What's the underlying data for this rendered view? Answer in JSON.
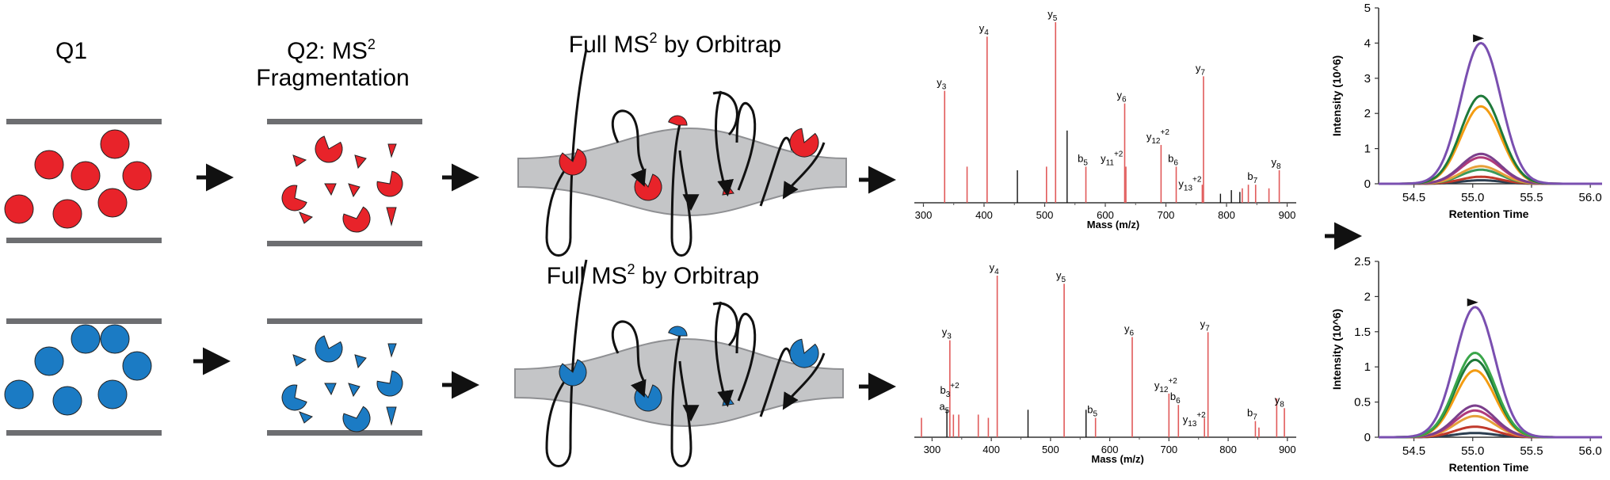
{
  "colors": {
    "red": "#e8232a",
    "blue": "#1b7bc4",
    "bar_gray": "#6d6e71",
    "orbitrap_fill": "#c4c5c7",
    "spec_red": "#e15a5a",
    "spec_black": "#111111"
  },
  "labels": {
    "q1": "Q1",
    "q2_line1": "Q2: MS",
    "q2_sup": "2",
    "q2_line2": "Fragmentation",
    "orbi_prefix": "Full MS",
    "orbi_sup": "2",
    "orbi_suffix": " by Orbitrap"
  },
  "spectra": [
    {
      "xlabel": "Mass (m/z)",
      "xticks": [
        "300",
        "400",
        "500",
        "600",
        "700",
        "800",
        "900"
      ],
      "peaks_red": [
        [
          335,
          0.62
        ],
        [
          372,
          0.2
        ],
        [
          405,
          0.92
        ],
        [
          503,
          0.2
        ],
        [
          518,
          1.0
        ],
        [
          568,
          0.2
        ],
        [
          632,
          0.55
        ],
        [
          634,
          0.2
        ],
        [
          692,
          0.32
        ],
        [
          717,
          0.2
        ],
        [
          762,
          0.7
        ],
        [
          760,
          0.1
        ],
        [
          826,
          0.08
        ],
        [
          836,
          0.1
        ],
        [
          848,
          0.1
        ],
        [
          870,
          0.08
        ],
        [
          887,
          0.18
        ]
      ],
      "peaks_black": [
        [
          455,
          0.18
        ],
        [
          537,
          0.4
        ],
        [
          790,
          0.05
        ],
        [
          808,
          0.07
        ],
        [
          822,
          0.06
        ]
      ],
      "ions": [
        {
          "base": "y",
          "sub": "3",
          "sup": "",
          "mz": 335,
          "h": 0.62
        },
        {
          "base": "y",
          "sub": "4",
          "sup": "",
          "mz": 405,
          "h": 0.92
        },
        {
          "base": "y",
          "sub": "5",
          "sup": "",
          "mz": 518,
          "h": 1.0
        },
        {
          "base": "b",
          "sub": "5",
          "sup": "",
          "mz": 568,
          "h": 0.2
        },
        {
          "base": "y",
          "sub": "6",
          "sup": "",
          "mz": 632,
          "h": 0.55
        },
        {
          "base": "y",
          "sub": "11",
          "sup": "+2",
          "mz": 616,
          "h": 0.2
        },
        {
          "base": "y",
          "sub": "12",
          "sup": "+2",
          "mz": 692,
          "h": 0.32
        },
        {
          "base": "b",
          "sub": "6",
          "sup": "",
          "mz": 717,
          "h": 0.2
        },
        {
          "base": "y",
          "sub": "7",
          "sup": "",
          "mz": 762,
          "h": 0.7
        },
        {
          "base": "y",
          "sub": "13",
          "sup": "+2",
          "mz": 745,
          "h": 0.06
        },
        {
          "base": "b",
          "sub": "7",
          "sup": "",
          "mz": 848,
          "h": 0.1
        },
        {
          "base": "y",
          "sub": "8",
          "sup": "",
          "mz": 887,
          "h": 0.18
        }
      ]
    },
    {
      "xlabel": "Mass (m/z)",
      "xticks": [
        "300",
        "400",
        "500",
        "600",
        "700",
        "800",
        "900"
      ],
      "peaks_red": [
        [
          282,
          0.12
        ],
        [
          330,
          0.6
        ],
        [
          336,
          0.14
        ],
        [
          345,
          0.14
        ],
        [
          378,
          0.14
        ],
        [
          395,
          0.12
        ],
        [
          410,
          1.0
        ],
        [
          523,
          0.95
        ],
        [
          576,
          0.12
        ],
        [
          638,
          0.62
        ],
        [
          700,
          0.27
        ],
        [
          716,
          0.2
        ],
        [
          760,
          0.12
        ],
        [
          766,
          0.65
        ],
        [
          846,
          0.1
        ],
        [
          852,
          0.06
        ],
        [
          882,
          0.24
        ],
        [
          895,
          0.18
        ]
      ],
      "peaks_black": [
        [
          325,
          0.17
        ],
        [
          462,
          0.17
        ],
        [
          560,
          0.17
        ]
      ],
      "ions": [
        {
          "base": "y",
          "sub": "4",
          "sup": "",
          "mz": 410,
          "h": 1.0
        },
        {
          "base": "y",
          "sub": "5",
          "sup": "",
          "mz": 523,
          "h": 0.95
        },
        {
          "base": "y",
          "sub": "3",
          "sup": "",
          "mz": 330,
          "h": 0.6
        },
        {
          "base": "b",
          "sub": "3",
          "sup": "+2",
          "mz": 335,
          "h": 0.24
        },
        {
          "base": "a",
          "sub": "5",
          "sup": "",
          "mz": 326,
          "h": 0.14
        },
        {
          "base": "b",
          "sub": "5",
          "sup": "",
          "mz": 576,
          "h": 0.12
        },
        {
          "base": "y",
          "sub": "6",
          "sup": "",
          "mz": 638,
          "h": 0.62
        },
        {
          "base": "y",
          "sub": "12",
          "sup": "+2",
          "mz": 700,
          "h": 0.27
        },
        {
          "base": "b",
          "sub": "6",
          "sup": "",
          "mz": 716,
          "h": 0.2
        },
        {
          "base": "y",
          "sub": "7",
          "sup": "",
          "mz": 766,
          "h": 0.65
        },
        {
          "base": "y",
          "sub": "13",
          "sup": "+2",
          "mz": 748,
          "h": 0.06
        },
        {
          "base": "b",
          "sub": "7",
          "sup": "",
          "mz": 846,
          "h": 0.1
        },
        {
          "base": "y",
          "sub": "8",
          "sup": "",
          "mz": 892,
          "h": 0.18
        }
      ]
    }
  ],
  "chromatograms": [
    {
      "ylabel": "Intensity (10^6)",
      "xlabel": "Retention Time",
      "xticks": [
        "54.5",
        "55.0",
        "55.5",
        "56.0"
      ],
      "yticks": [
        "0",
        "1",
        "2",
        "3",
        "4",
        "5"
      ],
      "xlim": [
        54.2,
        56.1
      ],
      "ylim": [
        0,
        5
      ],
      "apex": 55.07,
      "series": [
        {
          "color": "#7a4fb0",
          "peak": 4.0
        },
        {
          "color": "#1f7a3a",
          "peak": 2.5
        },
        {
          "color": "#f39c12",
          "peak": 2.2
        },
        {
          "color": "#7b3f8c",
          "peak": 0.85
        },
        {
          "color": "#b03a7a",
          "peak": 0.75
        },
        {
          "color": "#e6a03a",
          "peak": 0.5
        },
        {
          "color": "#3a9a5a",
          "peak": 0.4
        },
        {
          "color": "#c0392b",
          "peak": 0.2
        },
        {
          "color": "#2c3e50",
          "peak": 0.1
        }
      ]
    },
    {
      "ylabel": "Intensity (10^6)",
      "xlabel": "Retention Time",
      "xticks": [
        "54.5",
        "55.0",
        "55.5",
        "56.0"
      ],
      "yticks": [
        "0",
        "0.5",
        "1",
        "1.5",
        "2",
        "2.5"
      ],
      "xlim": [
        54.2,
        56.1
      ],
      "ylim": [
        0,
        2.5
      ],
      "apex": 55.02,
      "series": [
        {
          "color": "#7a4fb0",
          "peak": 1.85
        },
        {
          "color": "#3aa64a",
          "peak": 1.2
        },
        {
          "color": "#1f7a3a",
          "peak": 1.1
        },
        {
          "color": "#f39c12",
          "peak": 0.95
        },
        {
          "color": "#7b3f8c",
          "peak": 0.45
        },
        {
          "color": "#b03a7a",
          "peak": 0.38
        },
        {
          "color": "#e6a03a",
          "peak": 0.3
        },
        {
          "color": "#c0392b",
          "peak": 0.15
        },
        {
          "color": "#2c3e50",
          "peak": 0.06
        }
      ]
    }
  ]
}
